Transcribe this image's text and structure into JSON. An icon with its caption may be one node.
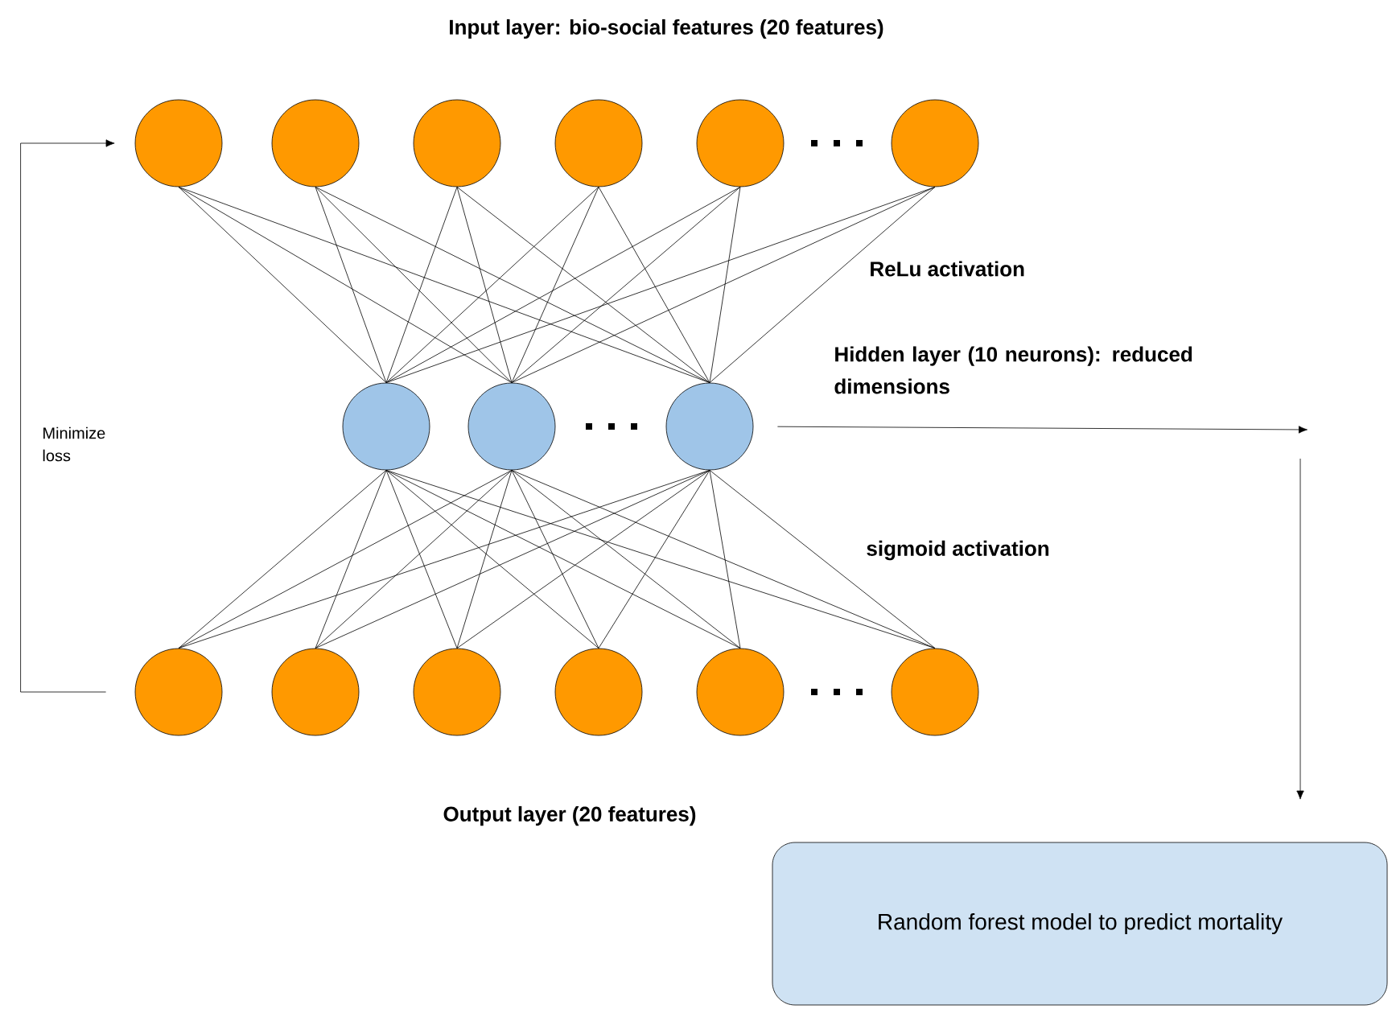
{
  "diagram": {
    "nodes": [
      {
        "text": [],
        "shape": "circle"
      },
      {
        "text": [],
        "shape": "circle"
      },
      {
        "text": [],
        "shape": "circle"
      },
      {
        "text": [],
        "shape": "circle"
      },
      {
        "text": [],
        "shape": "circle"
      },
      {
        "text": [],
        "shape": "circle"
      },
      {
        "text": [],
        "shape": "circle"
      },
      {
        "text": [],
        "shape": "circle"
      },
      {
        "text": [],
        "shape": "circle"
      },
      {
        "text": [],
        "shape": "circle"
      },
      {
        "text": [],
        "shape": "circle"
      },
      {
        "text": [],
        "shape": "circle"
      },
      {
        "text": [],
        "shape": "circle"
      },
      {
        "text": [],
        "shape": "circle"
      },
      {
        "text": [],
        "shape": "circle"
      },
      {
        "text": [
          "Random forest model to predict mortality"
        ]
      }
    ],
    "edges": [
      {
        "from": 0,
        "to": 6,
        "arrow": "none"
      },
      {
        "from": 0,
        "to": 7,
        "arrow": "none"
      },
      {
        "from": 0,
        "to": 8,
        "arrow": "none"
      },
      {
        "from": 1,
        "to": 6,
        "arrow": "none"
      },
      {
        "from": 1,
        "to": 7,
        "arrow": "none"
      },
      {
        "from": 1,
        "to": 8,
        "arrow": "none"
      },
      {
        "from": 2,
        "to": 6,
        "arrow": "none"
      },
      {
        "from": 2,
        "to": 7,
        "arrow": "none"
      },
      {
        "from": 2,
        "to": 8,
        "arrow": "none"
      },
      {
        "from": 3,
        "to": 6,
        "arrow": "none"
      },
      {
        "from": 3,
        "to": 7,
        "arrow": "none"
      },
      {
        "from": 3,
        "to": 8,
        "arrow": "none"
      },
      {
        "from": 4,
        "to": 6,
        "arrow": "none"
      },
      {
        "from": 4,
        "to": 7,
        "arrow": "none"
      },
      {
        "from": 4,
        "to": 8,
        "arrow": "none"
      },
      {
        "from": 5,
        "to": 6,
        "arrow": "none"
      },
      {
        "from": 5,
        "to": 7,
        "arrow": "none"
      },
      {
        "from": 5,
        "to": 8,
        "arrow": "none"
      },
      {
        "from": 6,
        "to": 9,
        "arrow": "none"
      },
      {
        "from": 6,
        "to": 10,
        "arrow": "none"
      },
      {
        "from": 6,
        "to": 11,
        "arrow": "none"
      },
      {
        "from": 6,
        "to": 12,
        "arrow": "none"
      },
      {
        "from": 6,
        "to": 13,
        "arrow": "none"
      },
      {
        "from": 6,
        "to": 14,
        "arrow": "none"
      },
      {
        "from": 7,
        "to": 9,
        "arrow": "none"
      },
      {
        "from": 7,
        "to": 10,
        "arrow": "none"
      },
      {
        "from": 7,
        "to": 11,
        "arrow": "none"
      },
      {
        "from": 7,
        "to": 12,
        "arrow": "none"
      },
      {
        "from": 7,
        "to": 13,
        "arrow": "none"
      },
      {
        "from": 7,
        "to": 14,
        "arrow": "none"
      },
      {
        "from": 8,
        "to": 9,
        "arrow": "none"
      },
      {
        "from": 8,
        "to": 10,
        "arrow": "none"
      },
      {
        "from": 8,
        "to": 11,
        "arrow": "none"
      },
      {
        "from": 8,
        "to": 12,
        "arrow": "none"
      },
      {
        "from": 8,
        "to": 13,
        "arrow": "none"
      },
      {
        "from": 8,
        "to": 14,
        "arrow": "none"
      },
      {
        "from": 9,
        "to": 0,
        "arrow": "to",
        "label": "Minimize loss"
      },
      {
        "from": 8,
        "to": null,
        "arrow": "to"
      },
      {
        "from": null,
        "to": 15,
        "arrow": "to"
      }
    ],
    "labels": [
      "Input layer: bio-social features (20 features)",
      "ReLu activation",
      "Hidden layer (10 neurons): reduced dimensions",
      "sigmoid activation",
      "Output layer (20 features)"
    ]
  }
}
